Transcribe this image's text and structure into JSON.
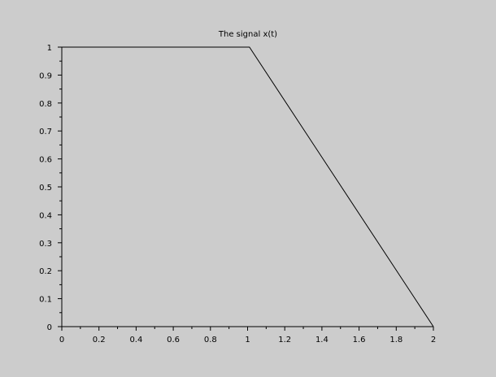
{
  "chart_data": {
    "type": "line",
    "title": "The signal x(t)",
    "xlabel": "",
    "ylabel": "",
    "xlim": [
      0,
      2
    ],
    "ylim": [
      0,
      1
    ],
    "x_ticks": [
      "0",
      "0.2",
      "0.4",
      "0.6",
      "0.8",
      "1",
      "1.2",
      "1.4",
      "1.6",
      "1.8",
      "2"
    ],
    "y_ticks": [
      "0",
      "0.1",
      "0.2",
      "0.3",
      "0.4",
      "0.5",
      "0.6",
      "0.7",
      "0.8",
      "0.9",
      "1"
    ],
    "grid": false,
    "series": [
      {
        "color": "#000000",
        "points": [
          [
            0,
            1
          ],
          [
            1.01,
            1
          ],
          [
            2,
            0
          ]
        ]
      }
    ]
  }
}
